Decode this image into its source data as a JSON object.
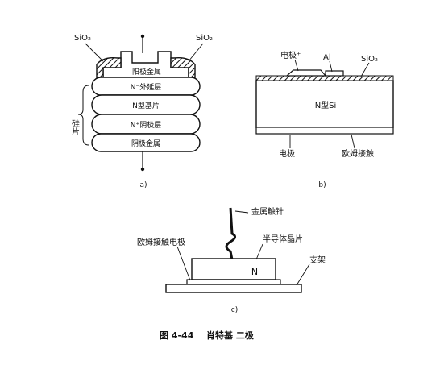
{
  "diagram_a": {
    "label_sio2_left": "SiO₂",
    "label_sio2_right": "SiO₂",
    "layer_anode_metal": "阳极金属",
    "layer_epitaxial": "N⁻外延层",
    "layer_n_substrate": "N型基片",
    "layer_cathode_layer": "N⁺阴极层",
    "layer_cathode_metal": "阴极金属",
    "label_silicon_wafer": "硅片",
    "sublabel": "a)"
  },
  "diagram_b": {
    "label_electrode_top": "电极⁺",
    "label_al": "Al",
    "label_sio2": "SiO₂",
    "label_n_si": "N型Si",
    "label_electrode_bottom": "电极",
    "label_ohmic_contact": "欧姆接触",
    "sublabel": "b)"
  },
  "diagram_c": {
    "label_probe": "金属触针",
    "label_chip": "半导体晶片",
    "label_ohmic_electrode": "欧姆接触电极",
    "label_n": "N",
    "label_bracket": "支架",
    "sublabel": "c)"
  },
  "caption": {
    "figure_number": "图 4-44",
    "title": "肖特基 二极"
  }
}
